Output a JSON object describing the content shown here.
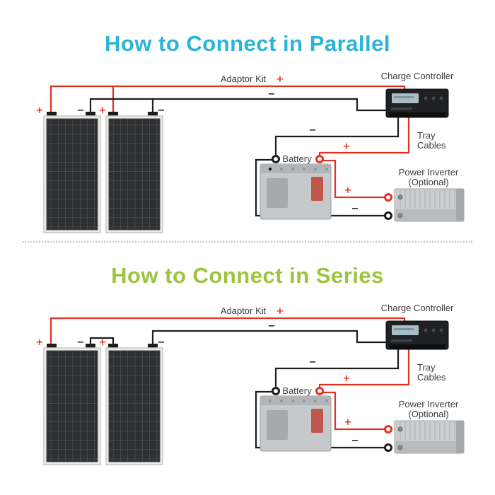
{
  "page": {
    "background": "#ffffff"
  },
  "symbols": {
    "plus": "+",
    "minus": "−"
  },
  "colors": {
    "parallel_title": "#29b4d8",
    "series_title": "#9cc43e",
    "positive_wire": "#e23125",
    "negative_wire": "#1d1d1b",
    "label_text": "#3c3c3c",
    "panel_cells": "#2d2f31",
    "battery_body": "#c6c9cb",
    "inverter_body": "#caced0"
  },
  "labels": {
    "adaptor_kit": "Adaptor Kit",
    "charge_controller": "Charge Controller",
    "tray_cables_line1": "Tray",
    "tray_cables_line2": "Cables",
    "battery": "Battery",
    "power_inverter_line1": "Power Inverter",
    "power_inverter_line2": "(Optional)"
  },
  "sections": [
    {
      "id": "parallel",
      "title": "How to Connect in Parallel"
    },
    {
      "id": "series",
      "title": "How to Connect in Series"
    }
  ]
}
